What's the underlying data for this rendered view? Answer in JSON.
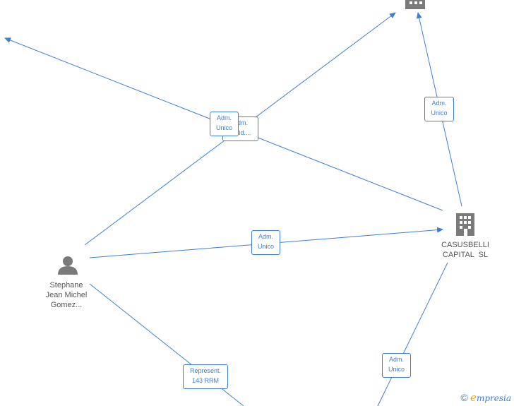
{
  "nodes": {
    "person": {
      "line1": "Stephane",
      "line2": "Jean Michel",
      "line3": "Gomez..."
    },
    "company": {
      "line1": "CASUSBELLI",
      "line2": "CAPITAL  SL"
    }
  },
  "edge_labels": {
    "top_center_back": {
      "line1": "Adm.",
      "line2": "Solid...."
    },
    "top_center_front": {
      "line1": "Adm.",
      "line2": "Unico"
    },
    "top_right": {
      "line1": "Adm.",
      "line2": "Unico"
    },
    "middle": {
      "line1": "Adm.",
      "line2": "Unico"
    },
    "bottom_left": {
      "line1": "Represent.",
      "line2": "143 RRM"
    },
    "bottom_right": {
      "line1": "Adm.",
      "line2": "Unico"
    }
  },
  "watermark": {
    "copyright": "©",
    "brand_initial": "e",
    "brand_rest": "mpresia"
  },
  "colors": {
    "edge": "#3d7fd4",
    "node_icon": "#7a7a7a",
    "label_text": "#555555"
  }
}
